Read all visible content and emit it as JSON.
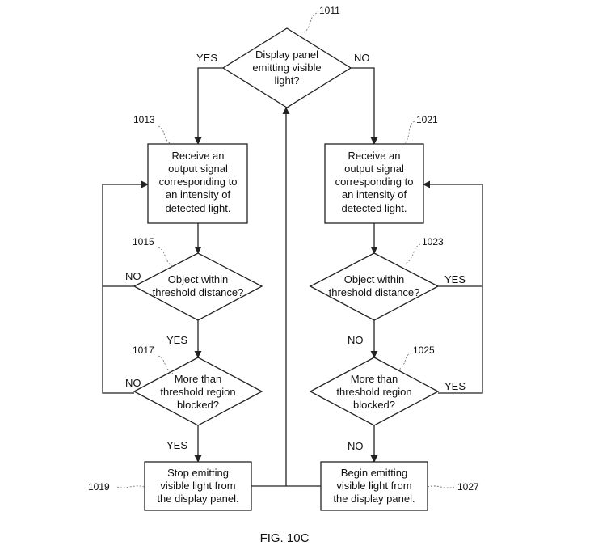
{
  "diagram": {
    "caption": "FIG. 10C",
    "nodes": {
      "d1011": {
        "ref": "1011",
        "lines": [
          "Display panel",
          "emitting visible",
          "light?"
        ]
      },
      "b1013": {
        "ref": "1013",
        "lines": [
          "Receive an",
          "output signal",
          "corresponding to",
          "an intensity of",
          "detected light."
        ]
      },
      "d1015": {
        "ref": "1015",
        "lines": [
          "Object within",
          "threshold distance?"
        ]
      },
      "d1017": {
        "ref": "1017",
        "lines": [
          "More than",
          "threshold region",
          "blocked?"
        ]
      },
      "b1019": {
        "ref": "1019",
        "lines": [
          "Stop emitting",
          "visible light from",
          "the display panel."
        ]
      },
      "b1021": {
        "ref": "1021",
        "lines": [
          "Receive an",
          "output signal",
          "corresponding to",
          "an intensity of",
          "detected light."
        ]
      },
      "d1023": {
        "ref": "1023",
        "lines": [
          "Object within",
          "threshold distance?"
        ]
      },
      "d1025": {
        "ref": "1025",
        "lines": [
          "More than",
          "threshold region",
          "blocked?"
        ]
      },
      "b1027": {
        "ref": "1027",
        "lines": [
          "Begin emitting",
          "visible light from",
          "the display panel."
        ]
      }
    },
    "edge_labels": {
      "yes_1011": "YES",
      "no_1011": "NO",
      "no_1015": "NO",
      "yes_1015": "YES",
      "no_1017": "NO",
      "yes_1017": "YES",
      "yes_1023": "YES",
      "no_1023": "NO",
      "yes_1025": "YES",
      "no_1025": "NO"
    }
  }
}
